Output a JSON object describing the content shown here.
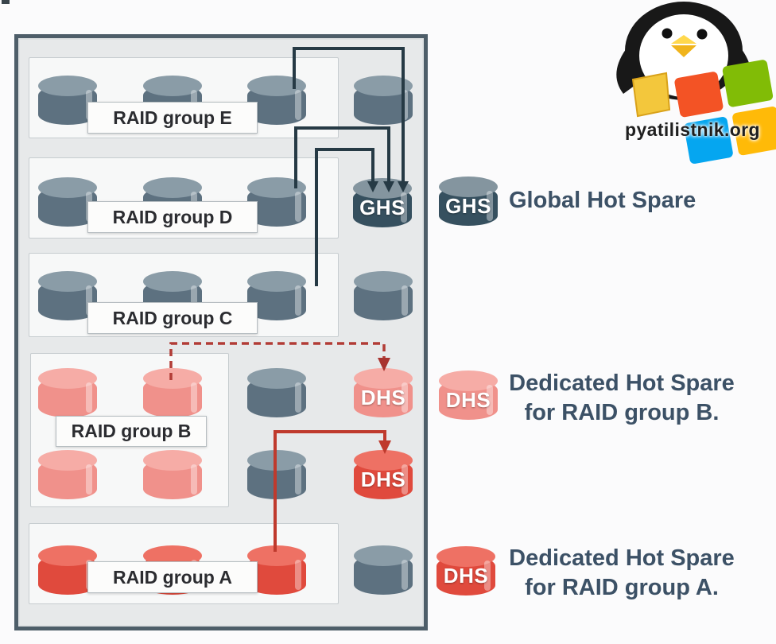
{
  "diagram": {
    "groups": [
      {
        "id": "E",
        "label": "RAID group E"
      },
      {
        "id": "D",
        "label": "RAID group D"
      },
      {
        "id": "C",
        "label": "RAID group C"
      },
      {
        "id": "B",
        "label": "RAID group B"
      },
      {
        "id": "A",
        "label": "RAID group A"
      }
    ],
    "ghs_tag": "GHS",
    "dhs_tag": "DHS"
  },
  "legend": {
    "items": [
      {
        "badge": "GHS",
        "lines": [
          "Global Hot Spare"
        ]
      },
      {
        "badge": "DHS",
        "lines": [
          "Dedicated Hot Spare",
          "for RAID group B."
        ]
      },
      {
        "badge": "DHS",
        "lines": [
          "Dedicated Hot Spare",
          "for RAID group A."
        ]
      }
    ]
  },
  "watermark": {
    "text": "pyatilistnik.org"
  },
  "colors": {
    "panel_border": "#4e5e69",
    "panel_bg": "#e7e9ea",
    "disk_gray_top": "#8a9ca7",
    "disk_gray_body": "#5d7180",
    "ghs_disk_body": "#36505f",
    "disk_pink_body": "#f0918b",
    "disk_red_body": "#e04a3d",
    "line_dark": "#263a45",
    "line_red_solid": "#bf3a2d",
    "line_red_dashed": "#b23c36",
    "legend_text": "#3c5166",
    "windows_red": "#F35325",
    "windows_green": "#81BC06",
    "windows_blue": "#05A6F0",
    "windows_yellow": "#FFBA08"
  }
}
